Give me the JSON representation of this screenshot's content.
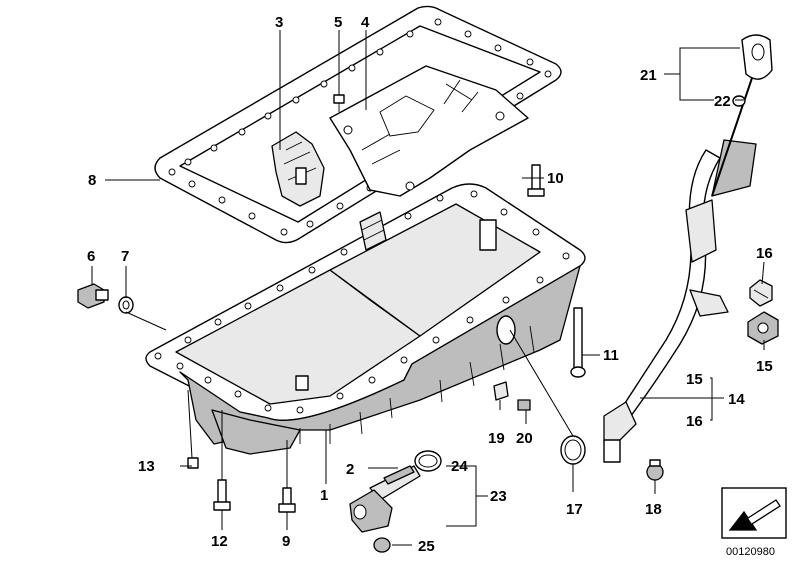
{
  "callouts": {
    "c1": "1",
    "c2": "2",
    "c3": "3",
    "c4": "4",
    "c5": "5",
    "c6": "6",
    "c7": "7",
    "c8": "8",
    "c9": "9",
    "c10": "10",
    "c11": "11",
    "c12": "12",
    "c13": "13",
    "c14": "14",
    "c15a": "15",
    "c15b": "15",
    "c16a": "16",
    "c16b": "16",
    "c17": "17",
    "c18": "18",
    "c19": "19",
    "c20": "20",
    "c21": "21",
    "c22": "22",
    "c23": "23",
    "c24": "24",
    "c25": "25"
  },
  "diagram_number": "00120980",
  "colors": {
    "line": "#000000",
    "fill": "#ffffff",
    "shade": "#bdbdbd"
  },
  "icons": {
    "nav": "arrow-down-left-icon"
  }
}
